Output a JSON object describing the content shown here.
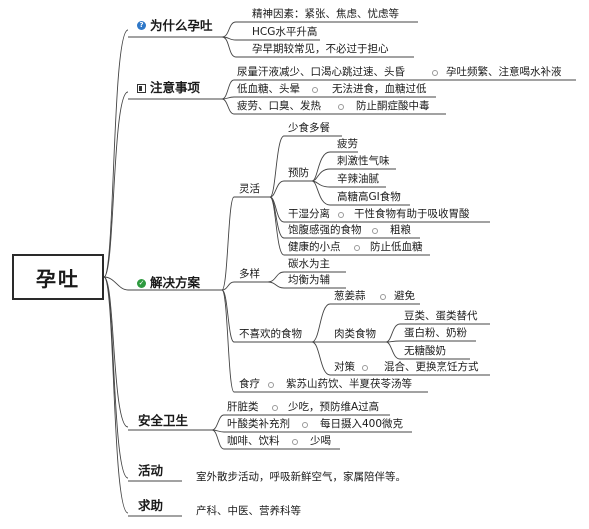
{
  "root": "孕吐",
  "sections": {
    "why": {
      "title": "为什么孕吐",
      "icon": "question-icon",
      "items": [
        "精神因素：紧张、焦虑、忧虑等",
        "HCG水平升高",
        "孕早期较常见，不必过于担心"
      ]
    },
    "notes": {
      "title": "注意事项",
      "icon": "note-icon",
      "r1a": "尿量汗液减少、口渴心跳过速、头昏",
      "r1b": "孕吐频繁、注意喝水补液",
      "r2a": "低血糖、头晕",
      "r2b": "无法进食，血糖过低",
      "r3a": "疲劳、口臭、发热",
      "r3b": "防止酮症酸中毒"
    },
    "solution": {
      "title": "解决方案",
      "icon": "check-icon",
      "flex": "灵活",
      "few_meals": "少食多餐",
      "prevent": "预防",
      "prevent_items": [
        "疲劳",
        "刺激性气味",
        "辛辣油腻",
        "高糖高GI食物"
      ],
      "dry_a": "干湿分离",
      "dry_b": "干性食物有助于吸收胃酸",
      "full_a": "饱腹感强的食物",
      "full_b": "粗粮",
      "snack_a": "健康的小点",
      "snack_b": "防止低血糖",
      "variety": "多样",
      "carb": "碳水为主",
      "balance": "均衡为辅",
      "dislike": "不喜欢的食物",
      "onion": "葱姜蒜",
      "avoid": "避免",
      "meat": "肉类食物",
      "meat_items": [
        "豆类、蛋类替代",
        "蛋白粉、奶粉",
        "无糖酸奶"
      ],
      "strategy": "对策",
      "strategy_b": "混合、更换烹饪方式",
      "diet": "食疗",
      "diet_b": "紫苏山药饮、半夏茯苓汤等"
    },
    "safety": {
      "title": "安全卫生",
      "liver_a": "肝脏类",
      "liver_b": "少吃，预防维A过高",
      "folic_a": "叶酸类补充剂",
      "folic_b": "每日摄入400微克",
      "coffee_a": "咖啡、饮料",
      "coffee_b": "少喝"
    },
    "activity": {
      "title": "活动",
      "text": "室外散步活动，呼吸新鲜空气，家属陪伴等。"
    },
    "help": {
      "title": "求助",
      "text": "产科、中医、营养科等"
    }
  },
  "colors": {
    "line": "#444444",
    "text": "#1a1a1a",
    "question": "#2f78c8",
    "check": "#2e9a3f"
  }
}
